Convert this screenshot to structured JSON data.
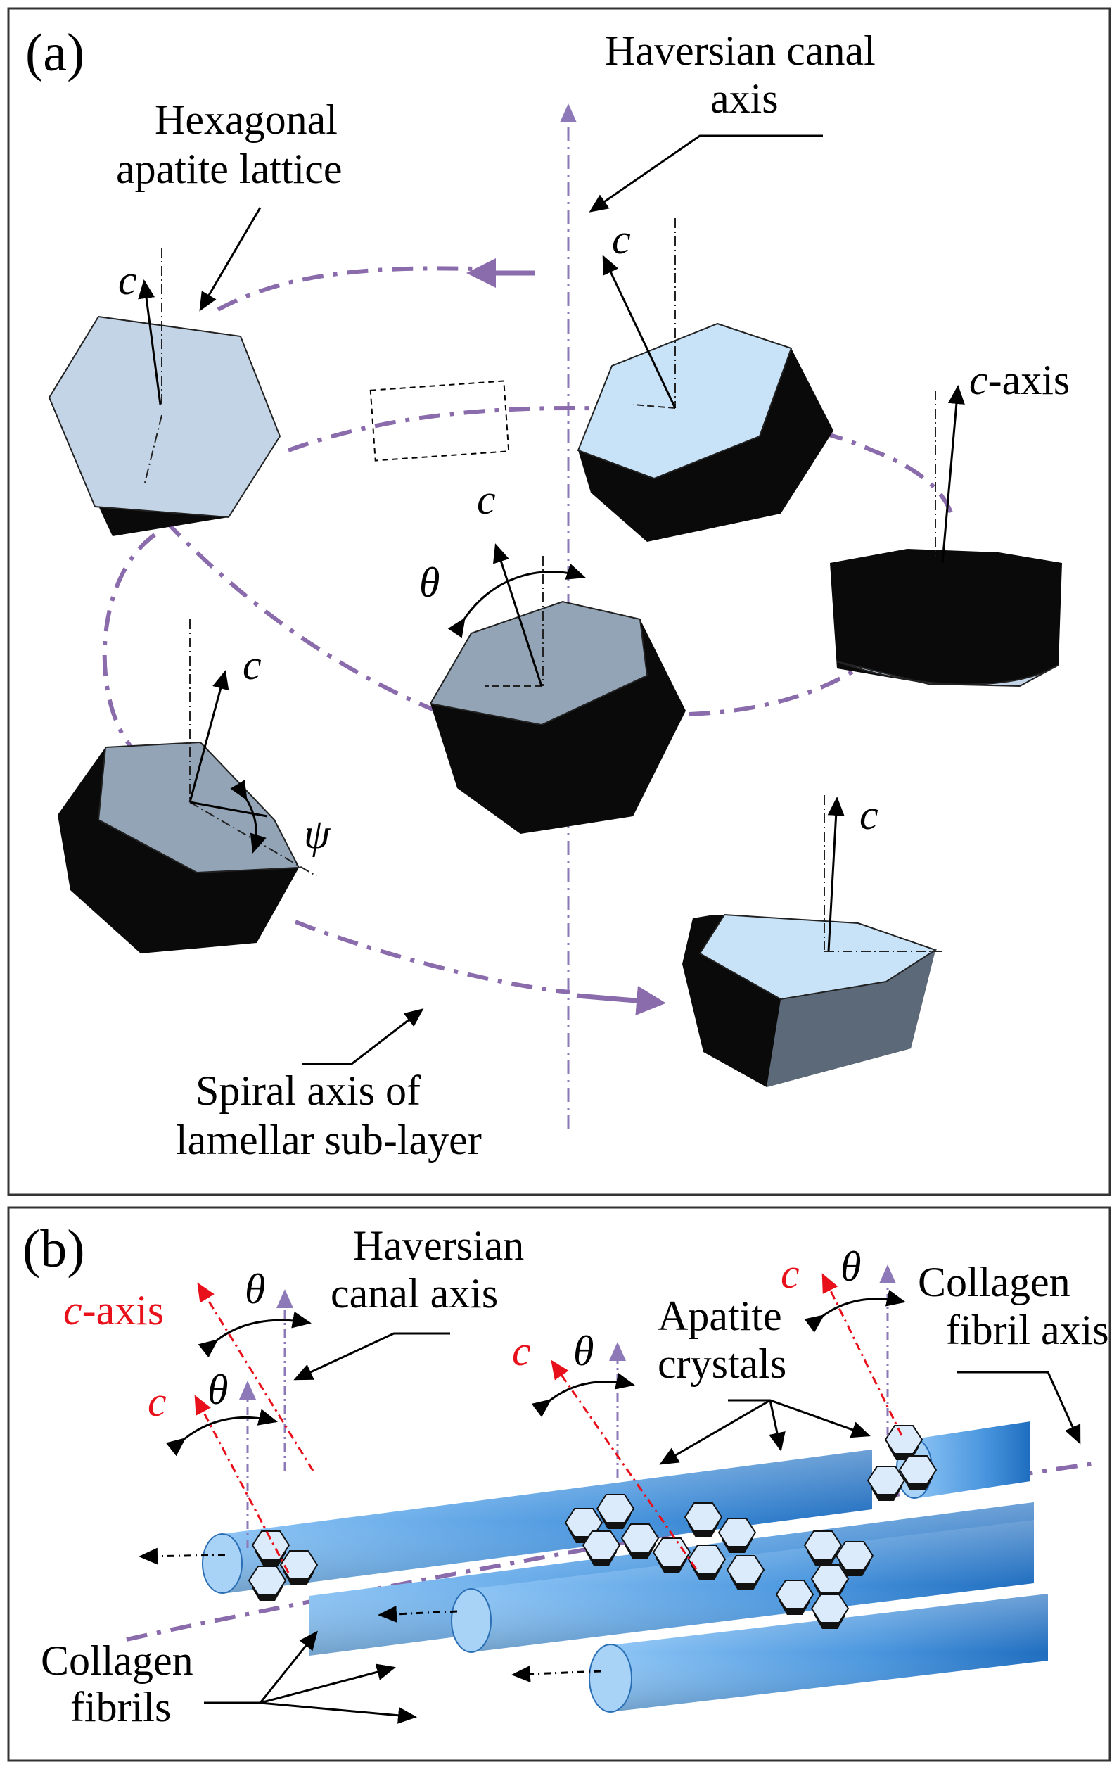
{
  "panel_a": {
    "tag": "(a)",
    "haversian_line1": "Haversian canal",
    "haversian_line2": "axis",
    "hex_line1": "Hexagonal",
    "hex_line2": "apatite lattice",
    "c": "c",
    "c_axis_c": "c",
    "c_axis_suffix": "-axis",
    "theta": "θ",
    "psi": "ψ",
    "spiral_line1": "Spiral axis of",
    "spiral_line2": "lamellar sub-layer"
  },
  "panel_b": {
    "tag": "(b)",
    "c_axis_c": "c",
    "c_axis_suffix": "-axis",
    "c": "c",
    "theta": "θ",
    "haversian_line1": "Haversian",
    "haversian_line2": "canal axis",
    "apatite_line1": "Apatite",
    "apatite_line2": "crystals",
    "collagen_axis_line1": "Collagen",
    "collagen_axis_line2": "fibril axis",
    "fibrils_line1": "Collagen",
    "fibrils_line2": "fibrils"
  },
  "colors": {
    "spiral": "#8a6bab",
    "axis": "#8e79b8",
    "crystal_face": "#c3dcf2",
    "crystal_face_dark": "#94a6b8",
    "fibril": "#4a96de",
    "c_label": "#e8101a"
  }
}
